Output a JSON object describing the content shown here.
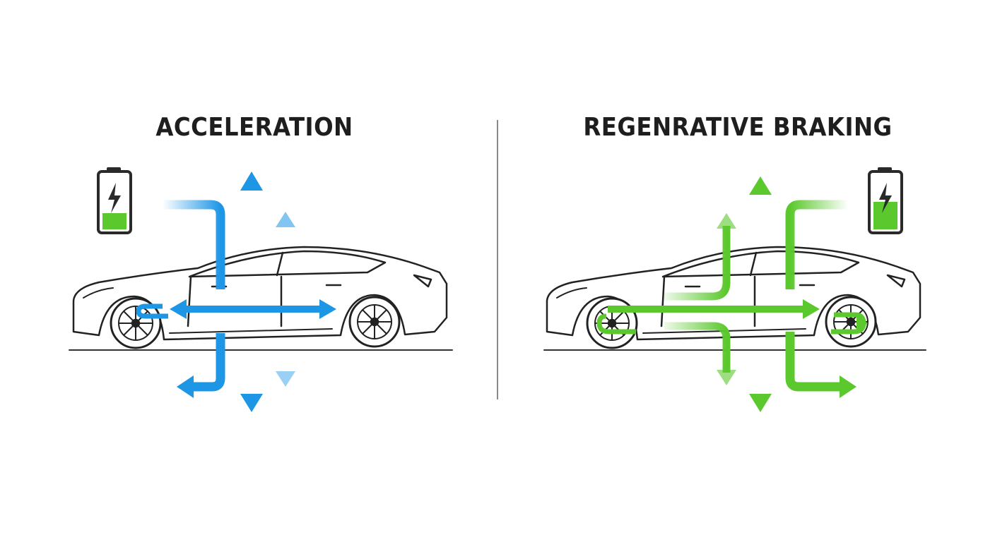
{
  "left": {
    "title": "ACCELERATION",
    "accent": "#1e96e6",
    "battery_charge_fraction": 0.3
  },
  "right": {
    "title": "REGENRATIVE BRAKING",
    "accent": "#5bc82d",
    "battery_charge_fraction": 0.5
  },
  "icons": [
    "battery-charging-icon",
    "car-illustration",
    "energy-flow-arrows"
  ]
}
